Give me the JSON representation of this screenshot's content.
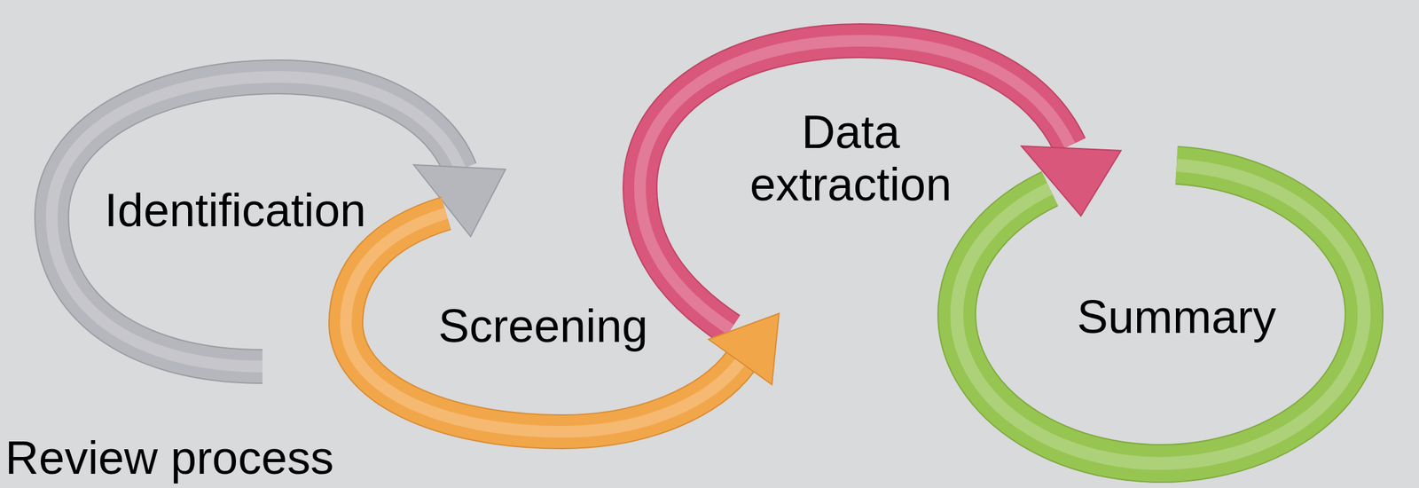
{
  "diagram": {
    "nodes": [
      {
        "text": [
          "Identification"
        ]
      },
      {
        "text": [
          "Screening"
        ]
      },
      {
        "text": [
          "Data extraction"
        ]
      },
      {
        "text": [
          "Summary"
        ]
      }
    ],
    "labels": [
      "Review process"
    ]
  }
}
